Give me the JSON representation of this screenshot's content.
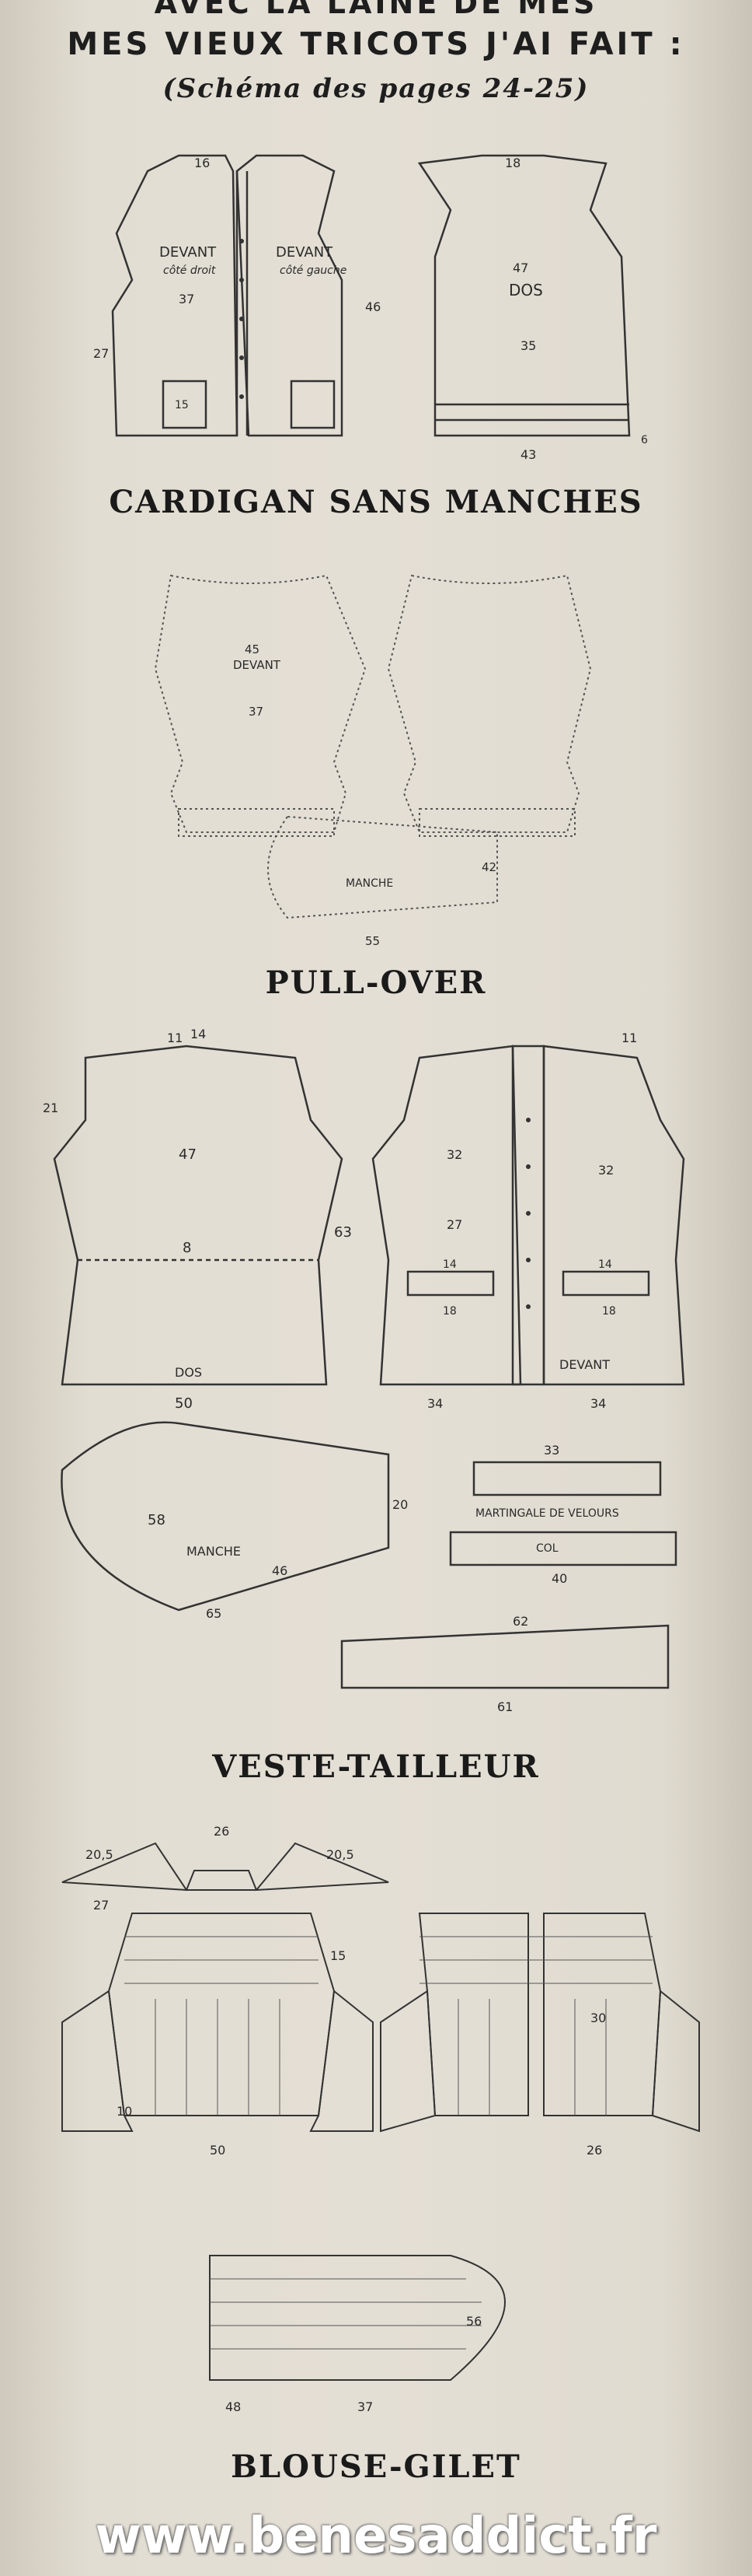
{
  "header": {
    "line1": "AVEC LA LAINE DE MES",
    "line2": "MES VIEUX TRICOTS J'AI FAIT :",
    "line3": "(Schéma des pages 24-25)"
  },
  "sections": {
    "cardigan": {
      "title": "CARDIGAN SANS MANCHES",
      "labels": {
        "devant_droit": "DEVANT",
        "devant_droit_sub": "côté droit",
        "devant_gauche": "DEVANT",
        "devant_gauche_sub": "côté gauche",
        "dos": "DOS",
        "m1": "16",
        "m2": "18",
        "m3": "37",
        "m4": "35",
        "m5": "47",
        "m6": "15",
        "m7": "46",
        "m8": "6",
        "m9": "27",
        "m10": "43"
      }
    },
    "pullover": {
      "title": "PULL-OVER",
      "labels": {
        "devant": "DEVANT",
        "manche": "MANCHE",
        "m1": "45",
        "m2": "37",
        "m3": "55",
        "m4": "42"
      }
    },
    "veste": {
      "title": "VESTE-TAILLEUR",
      "labels": {
        "dos": "DOS",
        "devant": "DEVANT",
        "manche": "MANCHE",
        "martingale": "MARTINGALE DE VELOURS",
        "col": "COL",
        "m_top1": "11",
        "m_top2": "14",
        "m_top3": "11",
        "m_side1": "21",
        "m_side2": "63",
        "m47": "47",
        "m8": "8",
        "m50": "50",
        "m32a": "32",
        "m32b": "32",
        "m27": "27",
        "m14a": "14",
        "m14b": "14",
        "m18a": "18",
        "m18b": "18",
        "m34a": "34",
        "m34b": "34",
        "m33": "33",
        "m40": "40",
        "m46": "46",
        "m65": "65",
        "m58": "58",
        "m20": "20",
        "m62": "62",
        "m61": "61"
      }
    },
    "blouse": {
      "title": "BLOUSE-GILET",
      "labels": {
        "m27": "27",
        "m205a": "20,5",
        "m205b": "20,5",
        "m26": "26",
        "m30": "30",
        "m50": "50",
        "m26b": "26",
        "m10": "10",
        "m15": "15",
        "m48": "48",
        "m37": "37",
        "m56": "56"
      }
    }
  },
  "watermark": "www.benesaddict.fr"
}
